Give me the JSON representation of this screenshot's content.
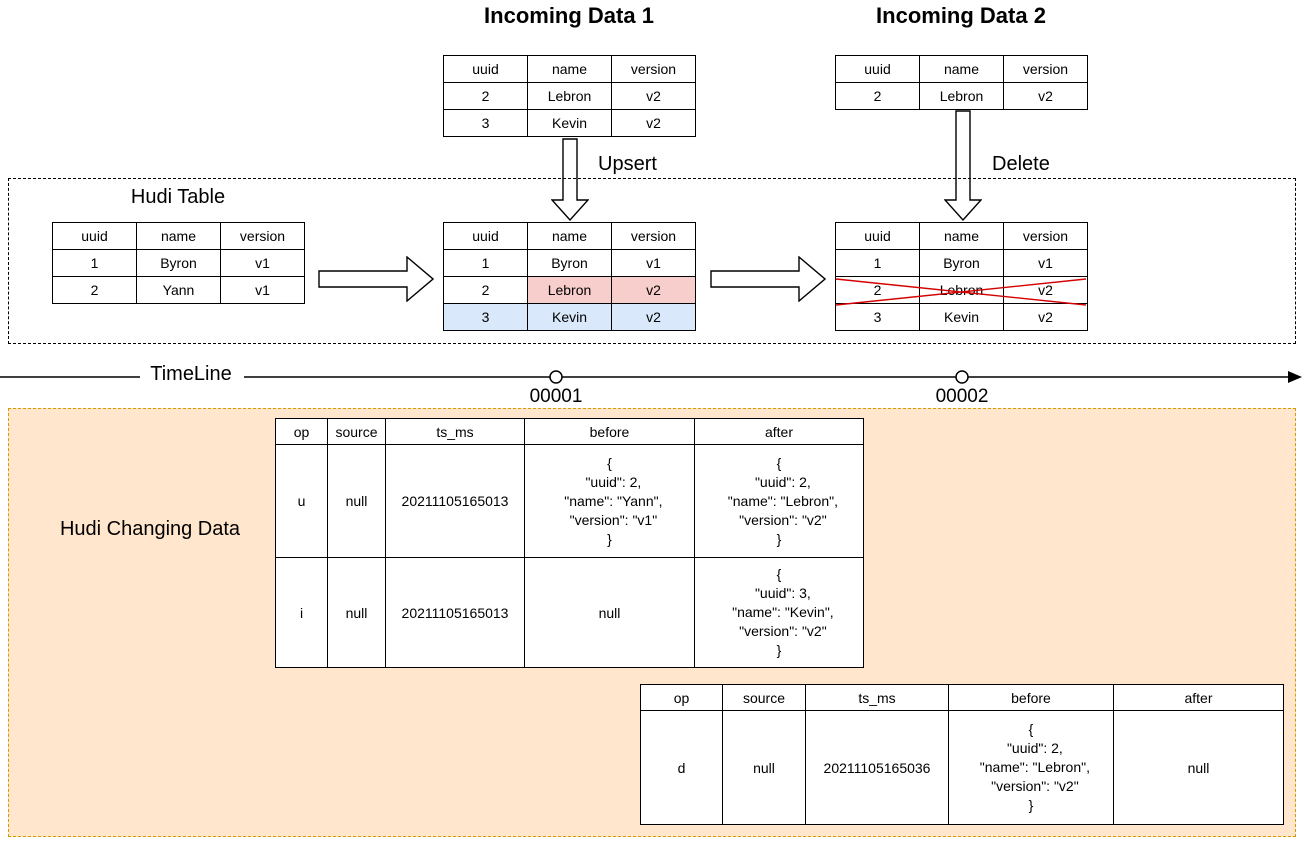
{
  "labels": {
    "incoming1": "Incoming Data 1",
    "incoming2": "Incoming Data 2",
    "upsert": "Upsert",
    "delete": "Delete",
    "hudi_table": "Hudi Table",
    "timeline": "TimeLine",
    "t1": "00001",
    "t2": "00002",
    "changing": "Hudi Changing Data"
  },
  "columns": [
    "uuid",
    "name",
    "version"
  ],
  "cdc_columns": [
    "op",
    "source",
    "ts_ms",
    "before",
    "after"
  ],
  "tables": {
    "incoming1": [
      [
        "2",
        "Lebron",
        "v2"
      ],
      [
        "3",
        "Kevin",
        "v2"
      ]
    ],
    "incoming2": [
      [
        "2",
        "Lebron",
        "v2"
      ]
    ],
    "hudi_initial": [
      [
        "1",
        "Byron",
        "v1"
      ],
      [
        "2",
        "Yann",
        "v1"
      ]
    ],
    "hudi_upserted": [
      [
        "1",
        "Byron",
        "v1"
      ],
      [
        "2",
        "Lebron",
        "v2"
      ],
      [
        "3",
        "Kevin",
        "v2"
      ]
    ],
    "hudi_deleted": [
      [
        "1",
        "Byron",
        "v1"
      ],
      [
        "2",
        "Lebron",
        "v2"
      ],
      [
        "3",
        "Kevin",
        "v2"
      ]
    ]
  },
  "cdc1": {
    "rows": [
      [
        "u",
        "null",
        "20211105165013",
        "{\n  \"uuid\": 2,\n  \"name\": \"Yann\",\n  \"version\": \"v1\"\n}",
        "{\n  \"uuid\": 2,\n  \"name\": \"Lebron\",\n  \"version\": \"v2\"\n}"
      ],
      [
        "i",
        "null",
        "20211105165013",
        "null",
        "{\n  \"uuid\": 3,\n  \"name\": \"Kevin\",\n  \"version\": \"v2\"\n}"
      ]
    ]
  },
  "cdc2": {
    "rows": [
      [
        "d",
        "null",
        "20211105165036",
        "{\n  \"uuid\": 2,\n  \"name\": \"Lebron\",\n  \"version\": \"v2\"\n}",
        "null"
      ]
    ]
  },
  "colors": {
    "update_highlight": "#f8cecc",
    "insert_highlight": "#dae8fc",
    "changing_bg": "#ffe6cc",
    "changing_border": "#d79b00",
    "delete_cross": "#d40000"
  }
}
